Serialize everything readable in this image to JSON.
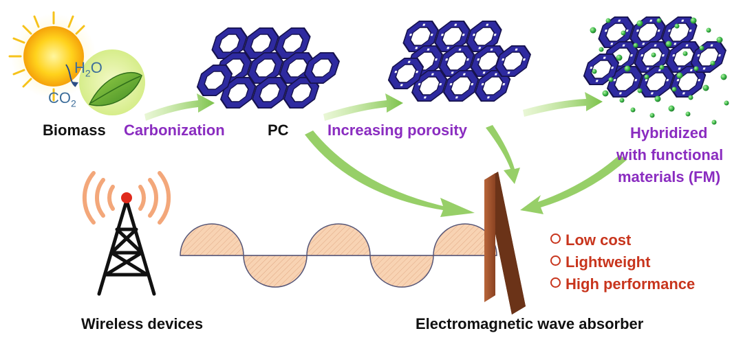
{
  "labels": {
    "biomass": "Biomass",
    "carbonization": "Carbonization",
    "pc": "PC",
    "increasing_porosity": "Increasing porosity",
    "hybridized_line1": "Hybridized",
    "hybridized_line2": "with functional",
    "hybridized_line3": "materials (FM)",
    "wireless_devices": "Wireless devices",
    "absorber": "Electromagnetic wave absorber"
  },
  "photosynthesis": {
    "h2o": "H",
    "h2o_sub": "2",
    "h2o_tail": "O",
    "co2": "CO",
    "co2_sub": "2"
  },
  "benefits": [
    "Low cost",
    "Lightweight",
    "High performance"
  ],
  "colors": {
    "framework": "#2e2aa0",
    "framework_dark": "#1a1660",
    "arrow": "#8fcf5c",
    "wave_fill": "#f6cfae",
    "absorber": "#7a3a1c",
    "purple_text": "#8a2cc0",
    "red_text": "#c8351d",
    "sphere": "#3dbb4a",
    "signal": "#f3a77a",
    "beacon": "#e02a1c"
  },
  "icons": [
    "sun-icon",
    "leaf-icon",
    "tower-icon",
    "signal-waves-icon"
  ]
}
